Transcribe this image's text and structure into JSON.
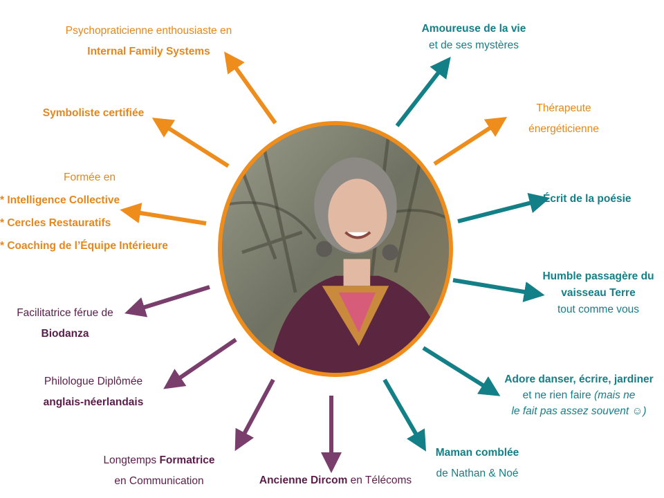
{
  "colors": {
    "orange": "#ee8c1c",
    "teal": "#137f87",
    "purple": "#7a3e6c"
  },
  "portrait": {
    "alt": "portrait-photo"
  },
  "labels": {
    "ifs": {
      "l1": "Psychopraticienne enthousiaste en",
      "l2": "Internal Family Systems"
    },
    "symboliste": {
      "l1": "Symboliste certifiée"
    },
    "formee": {
      "l1": "Formée en",
      "l2": "* Intelligence Collective",
      "l3": "* Cercles Restauratifs",
      "l4": "* Coaching de l’Équipe Intérieure"
    },
    "biodanza": {
      "l1": "Facilitatrice férue de",
      "l2": "Biodanza"
    },
    "philologue": {
      "l1": "Philologue Diplômée",
      "l2": "anglais-néerlandais"
    },
    "formatrice": {
      "l1a": "Longtemps ",
      "l1b": "Formatrice",
      "l2": "en Communication"
    },
    "dircom": {
      "a": "Ancienne Dircom",
      "b": " en Télécoms"
    },
    "maman": {
      "l1": "Maman comblée",
      "l2": "de Nathan & Noé"
    },
    "adore": {
      "l1": "Adore danser, écrire, jardiner",
      "l2a": "et ne rien faire ",
      "l2b": "(mais ne",
      "l3": "le fait pas assez souvent ☺)"
    },
    "humble": {
      "l1": "Humble passagère du",
      "l2": "vaisseau Terre",
      "l3": "tout comme vous"
    },
    "poesie": {
      "l1": "Écrit de la poésie"
    },
    "therapeute": {
      "l1": "Thérapeute",
      "l2": "énergéticienne"
    },
    "amoureuse": {
      "l1": "Amoureuse de la vie",
      "l2": "et de ses mystères"
    }
  }
}
